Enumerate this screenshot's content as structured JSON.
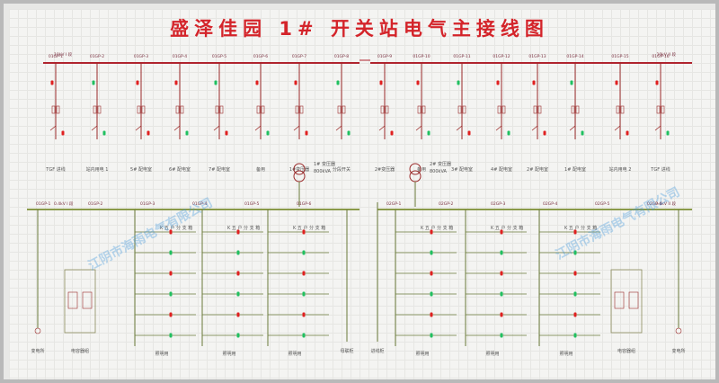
{
  "title": "盛泽佳园 1# 开关站电气主接线图",
  "colors": {
    "bus": "#b0242e",
    "feeder": "#9a2a2a",
    "low_bus": "#8a9a4a",
    "low_line": "#6a7a3a",
    "cabinet": "#8a8a5a",
    "lamp_red": "#e02020",
    "lamp_green": "#20c060",
    "title": "#d4242a"
  },
  "upper_cabinets": [
    "01GP-1",
    "01GP-2",
    "01GP-3",
    "01GP-4",
    "01GP-5",
    "01GP-6",
    "01GP-7",
    "01GP-8",
    "01GP-9",
    "01GP-10",
    "01GP-11",
    "01GP-12",
    "01GP-13",
    "01GP-14",
    "01GP-15",
    "01GP-16"
  ],
  "upper_feeders": [
    "TGF 进线",
    "站内用电 1",
    "5# 配电室",
    "6# 配电室",
    "7# 配电室",
    "备用",
    "1#变压器",
    "分段开关",
    "2#变压器",
    "备用",
    "3# 配电室",
    "4# 配电室",
    "2# 配电室",
    "1# 配电室",
    "站内用电 2",
    "TGF 进线"
  ],
  "transformers": [
    {
      "label": "1# 变压器",
      "rating": "800kVA"
    },
    {
      "label": "2# 变压器",
      "rating": "800kVA"
    }
  ],
  "lower_left_cabinets": [
    "01GP-1",
    "01GP-2",
    "01GP-3",
    "01GP-4",
    "01GP-5",
    "01GP-6"
  ],
  "lower_right_cabinets": [
    "02GP-1",
    "02GP-2",
    "02GP-3",
    "02GP-4",
    "02GP-5",
    "02GP-6"
  ],
  "lower_feeders": {
    "left_main": "变电所",
    "left_cap": "电容器组",
    "section1": "照明用",
    "section2": "照明用",
    "section3": "照明用",
    "coupler": "母联柜",
    "right_in": "进线柜",
    "section4": "照明用",
    "section5": "照明用",
    "section6": "照明用",
    "right_cap": "电容器组",
    "right_main": "变电所"
  },
  "bus_labels": {
    "upper_left": "10kV I 段",
    "upper_right": "10kV II 段",
    "lower_left": "0.4kV I 段",
    "lower_right": "0.4kV II 段"
  },
  "branch_text": "K 五 户 分 支 箱",
  "watermark": "江阴市海雨电气有限公司"
}
